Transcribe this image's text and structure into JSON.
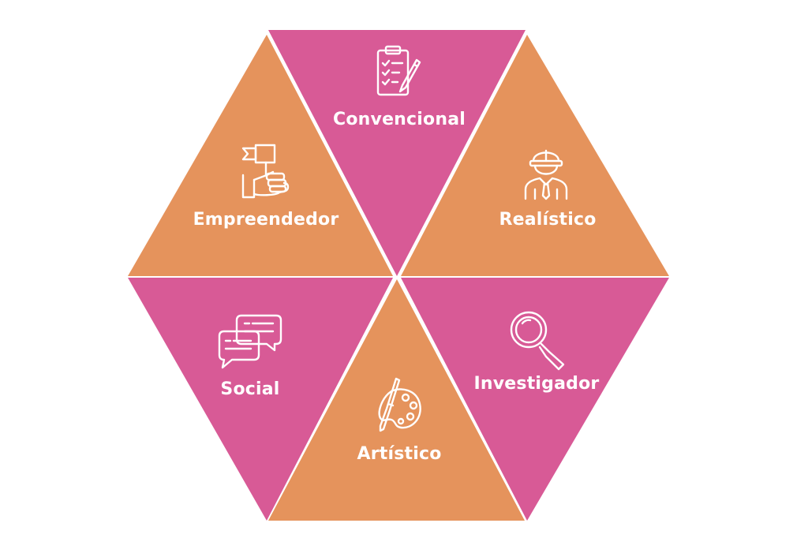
{
  "colors": {
    "pink": "#D85A96",
    "orange": "#E5935C",
    "text": "#FFFFFF",
    "background": "#FFFFFF"
  },
  "segments": [
    {
      "id": "convencional",
      "label": "Convencional",
      "icon": "clipboard-checklist-icon",
      "color": "pink"
    },
    {
      "id": "realistico",
      "label": "Realístico",
      "icon": "construction-worker-icon",
      "color": "orange"
    },
    {
      "id": "investigador",
      "label": "Investigador",
      "icon": "magnifying-glass-icon",
      "color": "pink"
    },
    {
      "id": "artistico",
      "label": "Artístico",
      "icon": "paint-palette-icon",
      "color": "orange"
    },
    {
      "id": "social",
      "label": "Social",
      "icon": "speech-bubbles-icon",
      "color": "pink"
    },
    {
      "id": "empreendedor",
      "label": "Empreendedor",
      "icon": "hand-flag-icon",
      "color": "orange"
    }
  ]
}
